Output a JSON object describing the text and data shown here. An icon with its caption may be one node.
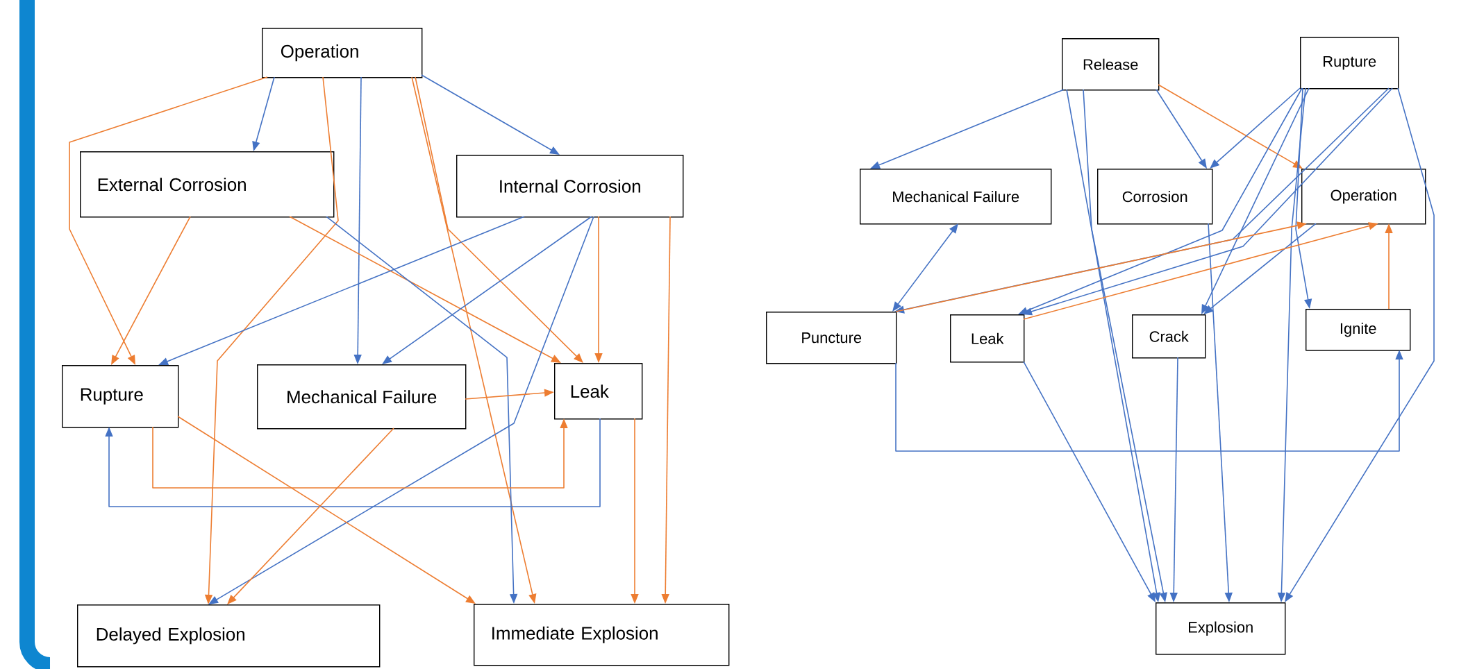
{
  "diagram": {
    "nodes": [
      {
        "text": [
          "Operation"
        ]
      },
      {
        "text": [
          "External Corrosion"
        ]
      },
      {
        "text": [
          "Internal Corrosion"
        ]
      },
      {
        "text": [
          "Rupture"
        ]
      },
      {
        "text": [
          "Mechanical Failure"
        ]
      },
      {
        "text": [
          "Leak"
        ]
      },
      {
        "text": [
          "Delayed Explosion"
        ]
      },
      {
        "text": [
          "Immediate Explosion"
        ]
      },
      {
        "text": [
          "Release"
        ]
      },
      {
        "text": [
          "Rupture"
        ]
      },
      {
        "text": [
          "Mechanical Failure"
        ]
      },
      {
        "text": [
          "Corrosion"
        ]
      },
      {
        "text": [
          "Operation"
        ]
      },
      {
        "text": [
          "Puncture"
        ]
      },
      {
        "text": [
          "Leak"
        ]
      },
      {
        "text": [
          "Crack"
        ]
      },
      {
        "text": [
          "Ignite"
        ]
      },
      {
        "text": [
          "Explosion"
        ]
      }
    ],
    "edges": [
      {
        "from": 0,
        "to": 1,
        "arrow": "to"
      },
      {
        "from": 0,
        "to": 3,
        "arrow": "to",
        "color": "#ed7d31"
      },
      {
        "from": 0,
        "to": 6,
        "arrow": "to",
        "color": "#ed7d31"
      },
      {
        "from": 0,
        "to": 4,
        "arrow": "to"
      },
      {
        "from": 0,
        "to": 7,
        "arrow": "to",
        "color": "#ed7d31"
      },
      {
        "from": 0,
        "to": 5,
        "arrow": "to",
        "color": "#ed7d31"
      },
      {
        "from": 0,
        "to": 2,
        "arrow": "to"
      },
      {
        "from": 1,
        "to": 3,
        "arrow": "to",
        "color": "#ed7d31"
      },
      {
        "from": 1,
        "to": 5,
        "arrow": "to",
        "color": "#ed7d31"
      },
      {
        "from": 1,
        "to": 7,
        "arrow": "to"
      },
      {
        "from": 2,
        "to": 3,
        "arrow": "to"
      },
      {
        "from": 2,
        "to": 4,
        "arrow": "to"
      },
      {
        "from": 2,
        "to": 6,
        "arrow": "to"
      },
      {
        "from": 2,
        "to": 5,
        "arrow": "to",
        "color": "#ed7d31"
      },
      {
        "from": 2,
        "to": 7,
        "arrow": "to",
        "color": "#ed7d31"
      },
      {
        "from": 3,
        "to": 7,
        "arrow": "to",
        "color": "#ed7d31"
      },
      {
        "from": 3,
        "to": 5,
        "arrow": "to",
        "color": "#ed7d31"
      },
      {
        "from": 5,
        "to": 3,
        "arrow": "to"
      },
      {
        "from": 4,
        "to": 5,
        "arrow": "to",
        "color": "#ed7d31"
      },
      {
        "from": 4,
        "to": 6,
        "arrow": "to",
        "color": "#ed7d31"
      },
      {
        "from": 5,
        "to": 7,
        "arrow": "to",
        "color": "#ed7d31"
      },
      {
        "from": 8,
        "to": 10,
        "arrow": "to"
      },
      {
        "from": 8,
        "to": 17,
        "arrow": "to"
      },
      {
        "from": 8,
        "to": 17,
        "arrow": "to"
      },
      {
        "from": 8,
        "to": 11,
        "arrow": "to"
      },
      {
        "from": 8,
        "to": 12,
        "arrow": "to",
        "color": "#ed7d31"
      },
      {
        "from": 9,
        "to": 11,
        "arrow": "to"
      },
      {
        "from": 9,
        "to": 14,
        "arrow": "to"
      },
      {
        "from": 9,
        "to": 13,
        "arrow": "to"
      },
      {
        "from": 9,
        "to": 14,
        "arrow": "to"
      },
      {
        "from": 9,
        "to": 15,
        "arrow": "to"
      },
      {
        "from": 9,
        "to": 16,
        "arrow": "to"
      },
      {
        "from": 9,
        "to": 17,
        "arrow": "to"
      },
      {
        "from": 9,
        "to": 17,
        "arrow": "to"
      },
      {
        "from": 11,
        "to": 17,
        "arrow": "to"
      },
      {
        "from": 12,
        "to": 15,
        "arrow": "to"
      },
      {
        "from": 13,
        "to": 12,
        "arrow": "to",
        "color": "#ed7d31"
      },
      {
        "from": 14,
        "to": 12,
        "arrow": "to",
        "color": "#ed7d31"
      },
      {
        "from": 16,
        "to": 12,
        "arrow": "to",
        "color": "#ed7d31"
      },
      {
        "from": 10,
        "to": 13,
        "arrow": "both"
      },
      {
        "from": 13,
        "to": 16,
        "arrow": "to"
      },
      {
        "from": 14,
        "to": 17,
        "arrow": "to"
      },
      {
        "from": 15,
        "to": 17,
        "arrow": "to"
      }
    ]
  }
}
